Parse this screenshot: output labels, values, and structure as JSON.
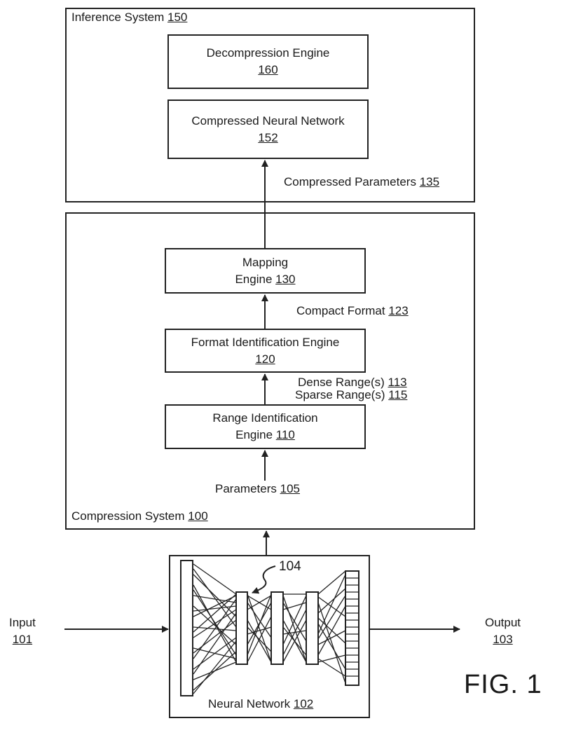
{
  "inference_system": {
    "label": "Inference System",
    "num": "150"
  },
  "decompression_engine": {
    "line1": "Decompression Engine",
    "num": "160"
  },
  "compressed_nn": {
    "line1": "Compressed Neural Network",
    "num": "152"
  },
  "compressed_parameters": {
    "label": "Compressed Parameters",
    "num": "135"
  },
  "compression_system": {
    "label": "Compression System",
    "num": "100"
  },
  "mapping_engine": {
    "line1": "Mapping",
    "line2": "Engine",
    "num": "130"
  },
  "compact_format": {
    "label": "Compact Format",
    "num": "123"
  },
  "format_identification_engine": {
    "line1": "Format Identification Engine",
    "num": "120"
  },
  "dense_ranges": {
    "label": "Dense Range(s)",
    "num": "113"
  },
  "sparse_ranges": {
    "label": "Sparse Range(s)",
    "num": "115"
  },
  "range_identification_engine": {
    "line1": "Range Identification",
    "line2": "Engine",
    "num": "110"
  },
  "parameters": {
    "label": "Parameters",
    "num": "105"
  },
  "neural_network": {
    "label": "Neural Network",
    "num": "102",
    "callout": "104"
  },
  "input": {
    "label": "Input",
    "num": "101"
  },
  "output": {
    "label": "Output",
    "num": "103"
  },
  "figure_label": "FIG. 1"
}
